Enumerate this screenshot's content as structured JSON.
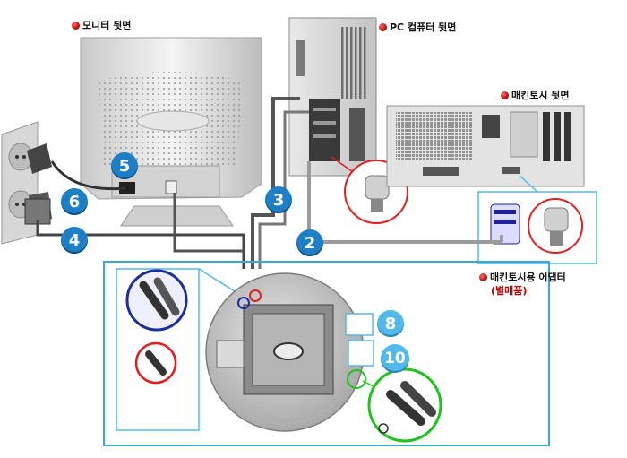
{
  "labels": {
    "monitor_back": "모니터 뒷면",
    "pc_back": "PC 컴퓨터 뒷면",
    "mac_back": "매킨토시 뒷면",
    "mac_adapter": "매킨토시용 어댑터",
    "sold_separately": "(별매품)"
  },
  "callouts": {
    "n2": "2",
    "n3": "3",
    "n4": "4",
    "n5": "5",
    "n6": "6",
    "n8": "8",
    "n10": "10"
  },
  "colors": {
    "callout_dark": "#1e7fc6",
    "callout_light": "#53b9ea",
    "frame_blue": "#3aa7d8",
    "highlight_red": "#e02020",
    "highlight_navy": "#1c2f9a",
    "highlight_green": "#1fc21f"
  }
}
